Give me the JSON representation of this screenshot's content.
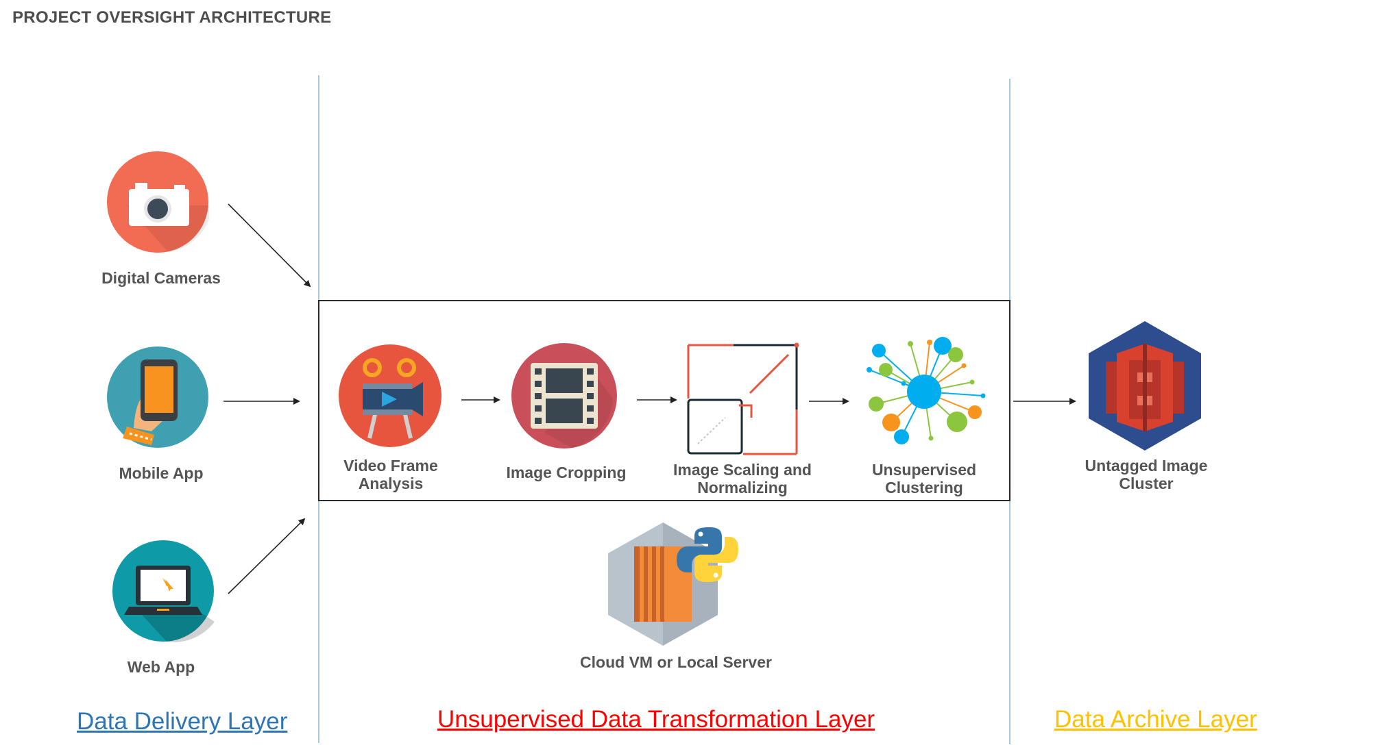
{
  "title": "PROJECT OVERSIGHT ARCHITECTURE",
  "sources": [
    {
      "label": "Digital Cameras",
      "icon": "camera-icon"
    },
    {
      "label": "Mobile App",
      "icon": "mobile-app-icon"
    },
    {
      "label": "Web App",
      "icon": "web-app-icon"
    }
  ],
  "pipeline": [
    {
      "label": "Video Frame Analysis",
      "icon": "video-frame-icon"
    },
    {
      "label": "Image Cropping",
      "icon": "film-strip-icon"
    },
    {
      "label": "Image Scaling and Normalizing",
      "icon": "scaling-icon"
    },
    {
      "label": "Unsupervised Clustering",
      "icon": "clustering-icon"
    }
  ],
  "server": {
    "label": "Cloud VM or Local Server",
    "icon": "server-python-icon"
  },
  "archive": {
    "label": "Untagged Image Cluster",
    "icon": "storage-bucket-icon"
  },
  "layers": {
    "delivery": {
      "label": "Data Delivery Layer",
      "color": "#2e75b6"
    },
    "transformation": {
      "label": "Unsupervised Data Transformation Layer",
      "color": "#ff0000"
    },
    "archive": {
      "label": "Data Archive Layer",
      "color": "#ffc000"
    }
  }
}
